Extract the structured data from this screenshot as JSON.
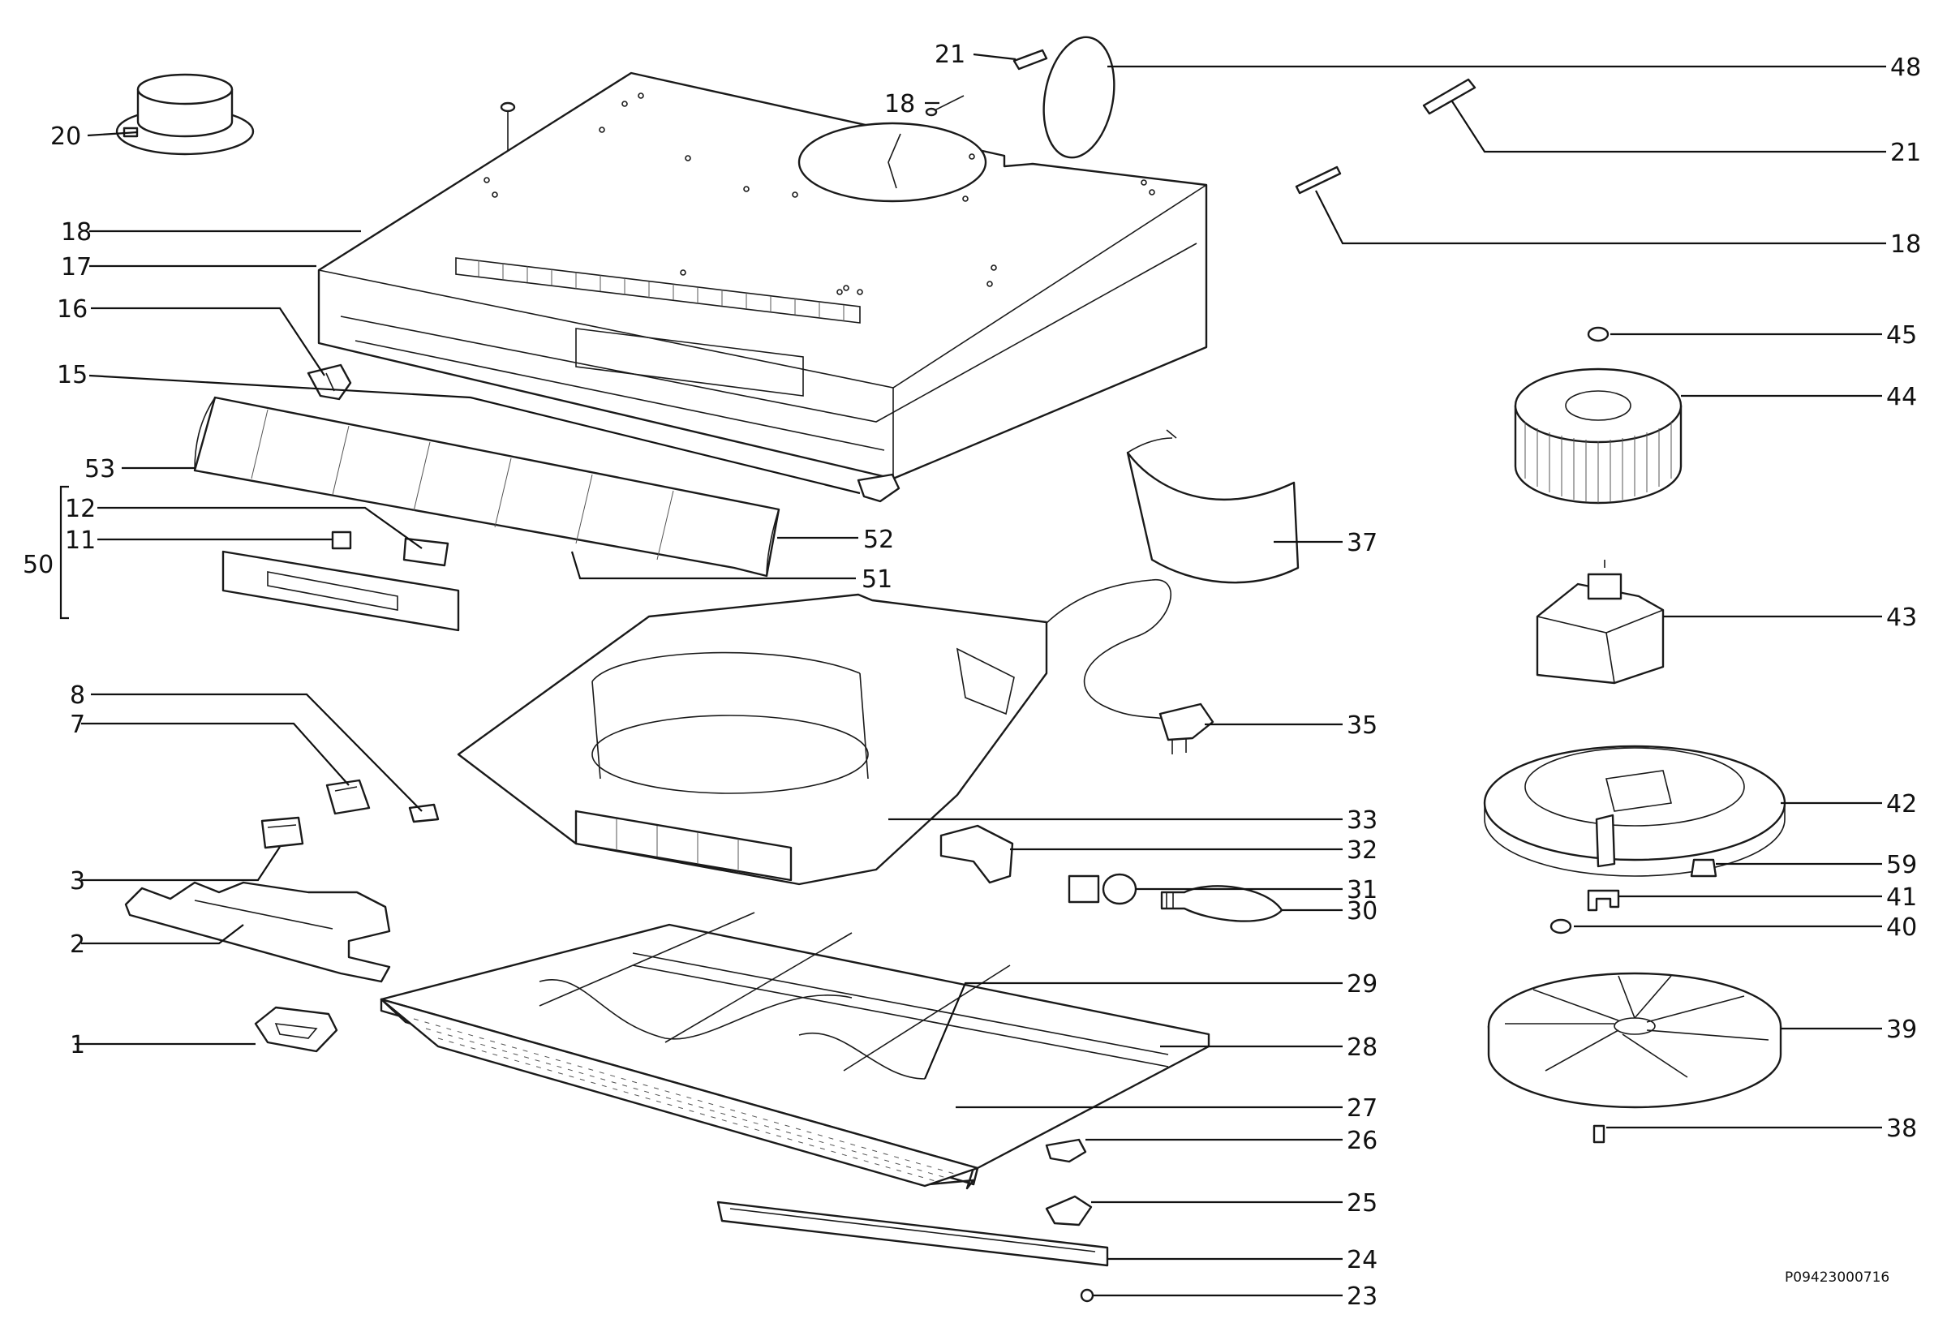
{
  "diagram": {
    "drawing_code": "P09423000716",
    "group_label": "50",
    "labels": [
      {
        "id": "20",
        "text": "20"
      },
      {
        "id": "18a",
        "text": "18"
      },
      {
        "id": "17",
        "text": "17"
      },
      {
        "id": "16",
        "text": "16"
      },
      {
        "id": "15",
        "text": "15"
      },
      {
        "id": "53",
        "text": "53"
      },
      {
        "id": "12",
        "text": "12"
      },
      {
        "id": "11",
        "text": "11"
      },
      {
        "id": "8",
        "text": "8"
      },
      {
        "id": "7",
        "text": "7"
      },
      {
        "id": "3",
        "text": "3"
      },
      {
        "id": "2",
        "text": "2"
      },
      {
        "id": "1",
        "text": "1"
      },
      {
        "id": "21a",
        "text": "21"
      },
      {
        "id": "18b",
        "text": "18"
      },
      {
        "id": "52",
        "text": "52"
      },
      {
        "id": "51",
        "text": "51"
      },
      {
        "id": "48",
        "text": "48"
      },
      {
        "id": "21b",
        "text": "21"
      },
      {
        "id": "18c",
        "text": "18"
      },
      {
        "id": "45",
        "text": "45"
      },
      {
        "id": "44",
        "text": "44"
      },
      {
        "id": "37",
        "text": "37"
      },
      {
        "id": "43",
        "text": "43"
      },
      {
        "id": "35",
        "text": "35"
      },
      {
        "id": "42",
        "text": "42"
      },
      {
        "id": "33",
        "text": "33"
      },
      {
        "id": "32",
        "text": "32"
      },
      {
        "id": "59",
        "text": "59"
      },
      {
        "id": "31",
        "text": "31"
      },
      {
        "id": "41",
        "text": "41"
      },
      {
        "id": "30",
        "text": "30"
      },
      {
        "id": "40",
        "text": "40"
      },
      {
        "id": "29",
        "text": "29"
      },
      {
        "id": "28",
        "text": "28"
      },
      {
        "id": "39",
        "text": "39"
      },
      {
        "id": "27",
        "text": "27"
      },
      {
        "id": "26",
        "text": "26"
      },
      {
        "id": "38",
        "text": "38"
      },
      {
        "id": "25",
        "text": "25"
      },
      {
        "id": "24",
        "text": "24"
      },
      {
        "id": "23",
        "text": "23"
      }
    ]
  }
}
